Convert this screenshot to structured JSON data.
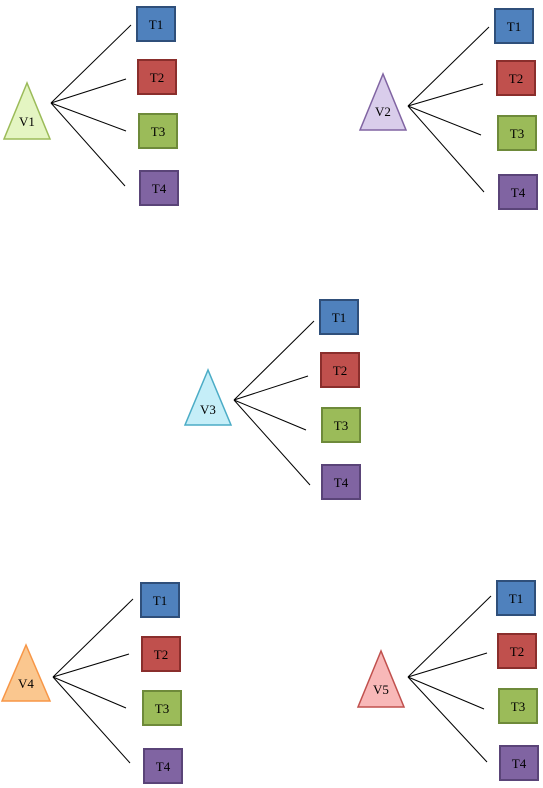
{
  "colors": {
    "blue": "#4f81bd",
    "red": "#c0504d",
    "green": "#9bbb59",
    "purple": "#8064a2",
    "line": "#000000"
  },
  "clusters": [
    {
      "id": "v1",
      "label": "V1",
      "fill": "#e4f5c2",
      "stroke": "#9bbb59",
      "tasks": [
        {
          "label": "T1",
          "fill": "#4f81bd",
          "stroke": "#2f4f7a"
        },
        {
          "label": "T2",
          "fill": "#c0504d",
          "stroke": "#8a2e2c"
        },
        {
          "label": "T3",
          "fill": "#9bbb59",
          "stroke": "#6e8a3a"
        },
        {
          "label": "T4",
          "fill": "#8064a2",
          "stroke": "#5a4478"
        }
      ]
    },
    {
      "id": "v2",
      "label": "V2",
      "fill": "#d9cdeb",
      "stroke": "#8064a2",
      "tasks": [
        {
          "label": "T1",
          "fill": "#4f81bd",
          "stroke": "#2f4f7a"
        },
        {
          "label": "T2",
          "fill": "#c0504d",
          "stroke": "#8a2e2c"
        },
        {
          "label": "T3",
          "fill": "#9bbb59",
          "stroke": "#6e8a3a"
        },
        {
          "label": "T4",
          "fill": "#8064a2",
          "stroke": "#5a4478"
        }
      ]
    },
    {
      "id": "v3",
      "label": "V3",
      "fill": "#c5eef8",
      "stroke": "#4bacc6",
      "tasks": [
        {
          "label": "T1",
          "fill": "#4f81bd",
          "stroke": "#2f4f7a"
        },
        {
          "label": "T2",
          "fill": "#c0504d",
          "stroke": "#8a2e2c"
        },
        {
          "label": "T3",
          "fill": "#9bbb59",
          "stroke": "#6e8a3a"
        },
        {
          "label": "T4",
          "fill": "#8064a2",
          "stroke": "#5a4478"
        }
      ]
    },
    {
      "id": "v4",
      "label": "V4",
      "fill": "#fac78f",
      "stroke": "#f79646",
      "tasks": [
        {
          "label": "T1",
          "fill": "#4f81bd",
          "stroke": "#2f4f7a"
        },
        {
          "label": "T2",
          "fill": "#c0504d",
          "stroke": "#8a2e2c"
        },
        {
          "label": "T3",
          "fill": "#9bbb59",
          "stroke": "#6e8a3a"
        },
        {
          "label": "T4",
          "fill": "#8064a2",
          "stroke": "#5a4478"
        }
      ]
    },
    {
      "id": "v5",
      "label": "V5",
      "fill": "#f8b8b8",
      "stroke": "#c0504d",
      "tasks": [
        {
          "label": "T1",
          "fill": "#4f81bd",
          "stroke": "#2f4f7a"
        },
        {
          "label": "T2",
          "fill": "#c0504d",
          "stroke": "#8a2e2c"
        },
        {
          "label": "T3",
          "fill": "#9bbb59",
          "stroke": "#6e8a3a"
        },
        {
          "label": "T4",
          "fill": "#8064a2",
          "stroke": "#5a4478"
        }
      ]
    }
  ]
}
